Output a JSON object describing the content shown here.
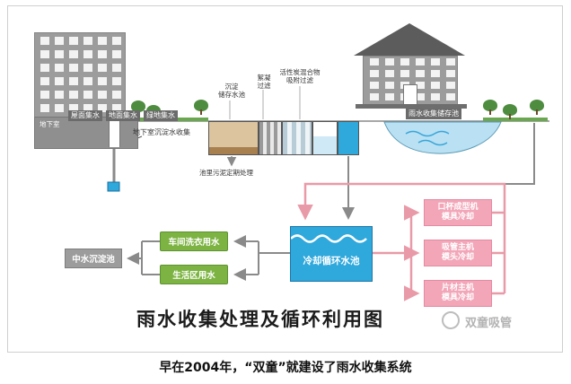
{
  "caption": "早在2004年，“双童”就建设了雨水收集系统",
  "title": "雨水收集处理及循环利用图",
  "watermark": "双童吸管",
  "collection": {
    "roof": "屋面集水",
    "ground": "地面集水",
    "green": "绿地集水",
    "basement": "地下室",
    "basement_pipe": "地下室沉淀水收集"
  },
  "treatment": {
    "sediment": "沉淀\n储存水池",
    "flocculation": "絮凝\n过滤",
    "carbon": "活性炭混合物\n吸附过滤",
    "sludge": "池里污泥定期处理",
    "storage": "雨水收集储存池"
  },
  "cycle": {
    "cooling_pool": "冷却循环水池",
    "cup_machine": "口杯成型机\n模具冷却",
    "straw_machine": "吸管主机\n模头冷却",
    "sheet_machine": "片材主机\n模具冷却",
    "laundry": "车间洗衣用水",
    "living": "生活区用水",
    "midwater": "中水沉淀池"
  },
  "colors": {
    "machine_pink": "#f2a6b8",
    "reuse_green": "#7cb342",
    "water_blue": "#2fa8dc",
    "neutral_gray": "#9c9c9c"
  }
}
